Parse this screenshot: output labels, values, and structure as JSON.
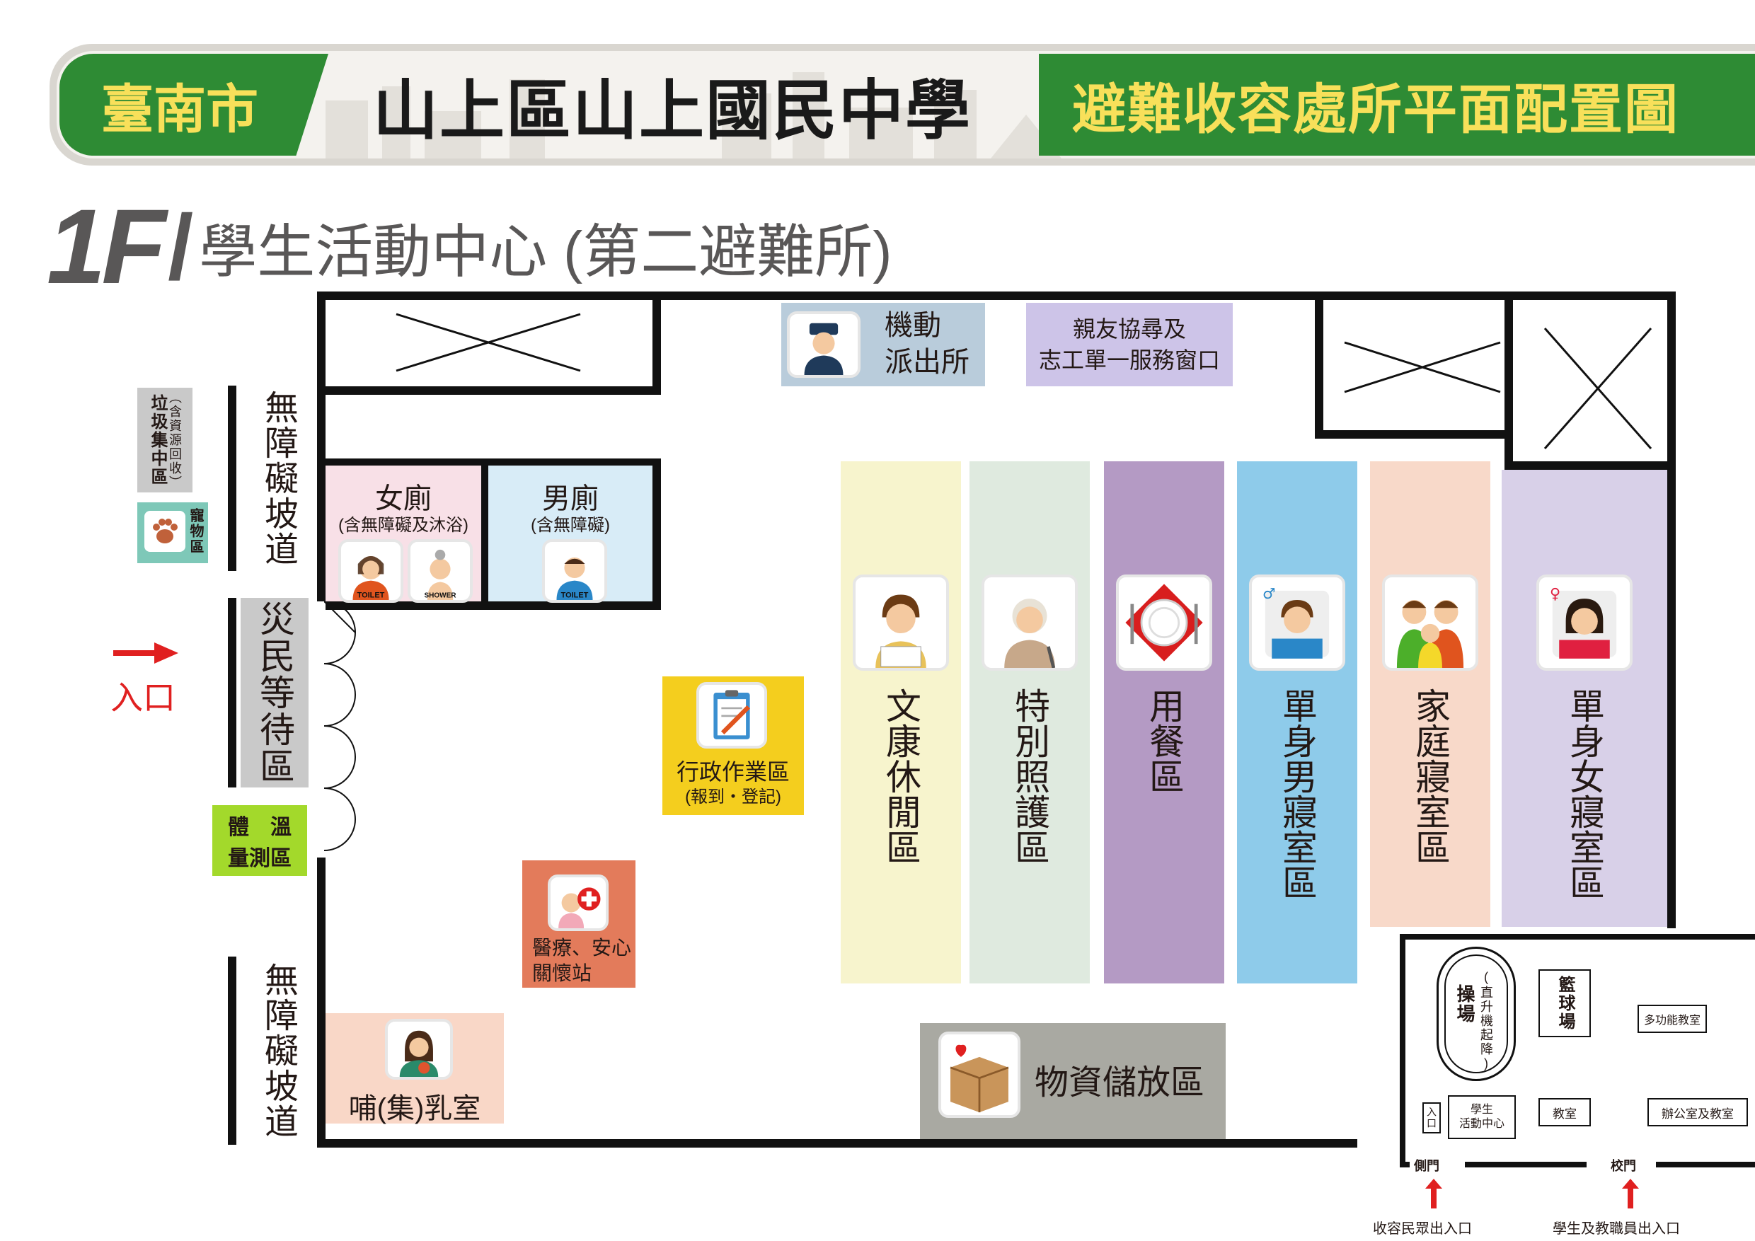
{
  "header": {
    "city": "臺南市",
    "school": "山上區山上國民中學",
    "title": "避難收容處所平面配置圖"
  },
  "floor": {
    "code": "1F",
    "slash": "/",
    "name": "學生活動中心 (第二避難所)"
  },
  "left_side": {
    "garbage": "垃圾集中區",
    "garbage_note": "（含資源回收）",
    "pet": "寵物區",
    "ramp_top": "無障礙坡道",
    "waiting": "災民等待區",
    "entrance": "入口",
    "temp": [
      "體　溫",
      "量測區"
    ],
    "ramp_bottom": "無障礙坡道"
  },
  "rooms": {
    "women_wc": "女廁",
    "women_wc_note": "(含無障礙及沐浴)",
    "men_wc": "男廁",
    "men_wc_note": "(含無障礙)",
    "toilet": "TOILET",
    "shower": "SHOWER",
    "police": [
      "機動",
      "派出所"
    ],
    "family_search": [
      "親友協尋及",
      "志工單一服務窗口"
    ],
    "admin": "行政作業區",
    "admin_note": "(報到・登記)",
    "medical": [
      "醫療、安心",
      "關懷站"
    ],
    "nursing": "哺(集)乳室",
    "supplies": "物資儲放區"
  },
  "zones": [
    {
      "label": "文康休閒區",
      "color": "#f7f4cd",
      "icon": "boy-reading-icon"
    },
    {
      "label": "特別照護區",
      "color": "#dfeadf",
      "icon": "elder-icon"
    },
    {
      "label": "用餐區",
      "color": "#b49ac4",
      "icon": "dining-plate-icon"
    },
    {
      "label": "單身男寢室區",
      "color": "#8ecbea",
      "icon": "male-sleeper-icon"
    },
    {
      "label": "家庭寢室區",
      "color": "#f8d9c9",
      "icon": "family-icon"
    },
    {
      "label": "單身女寢室區",
      "color": "#d8d0e8",
      "icon": "female-sleeper-icon"
    }
  ],
  "site_map": {
    "field": "操場",
    "field_note": "(直升機起降)",
    "basketball": "籃球場",
    "multi": "多功能教室",
    "entrance": "入口",
    "activity": [
      "學生",
      "活動中心"
    ],
    "classroom": "教室",
    "office": "辦公室及教室",
    "side_gate": "側門",
    "main_gate": "校門",
    "side_label": "收容民眾出入口",
    "main_label": "學生及教職員出入口"
  },
  "colors": {
    "header_green": "#2e8b34",
    "title_yellow": "#f8e05a",
    "police_bg": "#b9ccdb",
    "family_search_bg": "#cdc4e8",
    "women_wc_bg": "#f8e0e7",
    "men_wc_bg": "#d8ecf7",
    "admin_bg": "#f4ce1e",
    "medical_bg": "#e37b5b",
    "nursing_bg": "#f9d7c7",
    "supplies_bg": "#a9a9a2",
    "temp_bg": "#a3d92b",
    "entrance_red": "#e02020"
  }
}
